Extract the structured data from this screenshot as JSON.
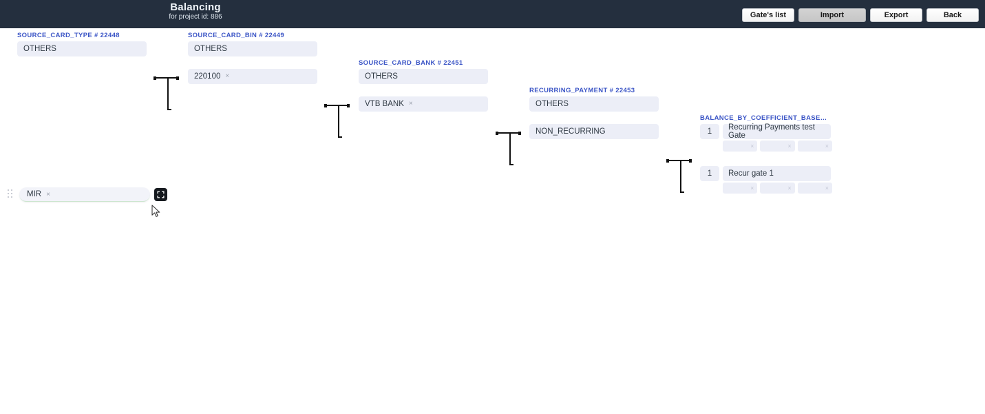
{
  "header": {
    "title": "Balancing",
    "subtitle": "for project id: 886",
    "buttons": [
      {
        "label": "Gate's list",
        "state": "normal",
        "name": "gates-list-button"
      },
      {
        "label": "Import",
        "state": "active",
        "name": "import-button"
      },
      {
        "label": "Export",
        "state": "normal",
        "name": "export-button"
      },
      {
        "label": "Back",
        "state": "normal",
        "name": "back-button"
      }
    ]
  },
  "groups": [
    {
      "label": "SOURCE_CARD_TYPE # 22448",
      "fields": [
        {
          "value": "OTHERS",
          "removable": false
        }
      ]
    },
    {
      "label": "SOURCE_CARD_BIN # 22449",
      "fields": [
        {
          "value": "OTHERS",
          "removable": false
        },
        {
          "value": "220100",
          "removable": true
        }
      ]
    },
    {
      "label": "SOURCE_CARD_BANK # 22451",
      "fields": [
        {
          "value": "OTHERS",
          "removable": false
        },
        {
          "value": "VTB BANK",
          "removable": true
        }
      ]
    },
    {
      "label": "RECURRING_PAYMENT # 22453",
      "fields": [
        {
          "value": "OTHERS",
          "removable": false
        },
        {
          "value": "NON_RECURRING",
          "removable": false
        }
      ]
    }
  ],
  "balance_group": {
    "label": "BALANCE_BY_COEFFICIENT_BASED...",
    "rows": [
      {
        "coefficient": "1",
        "gate_name": "Recurring Payments test Gate",
        "slots": [
          "",
          "",
          ""
        ]
      },
      {
        "coefficient": "1",
        "gate_name": "Recur gate 1",
        "slots": [
          "",
          "",
          ""
        ]
      }
    ],
    "slot_remove_glyph": "×"
  },
  "dragged_row": {
    "value": "MIR",
    "remove_glyph": "×",
    "expand_icon": "fullscreen-expand-icon"
  },
  "glyphs": {
    "remove": "×"
  },
  "colors": {
    "header_bg": "#242f3e",
    "label_blue": "#3b55c6",
    "field_bg": "#eceef7",
    "text": "#303a44",
    "connector": "#111111",
    "expand_btn_bg": "#15191e"
  }
}
